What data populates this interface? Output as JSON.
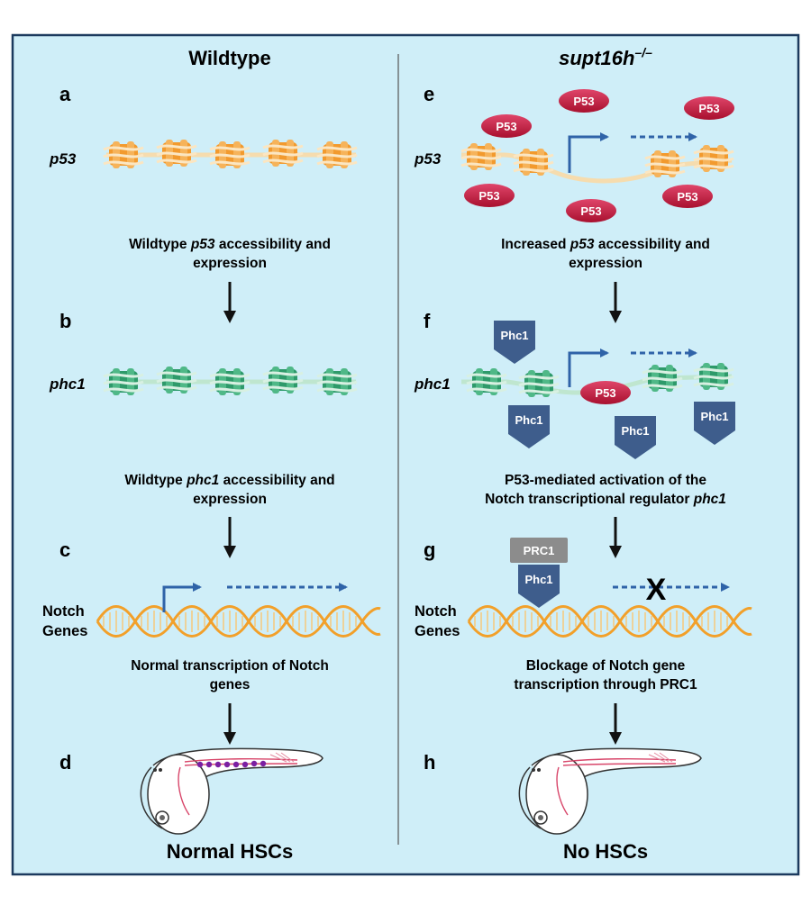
{
  "left": {
    "title": "Wildtype",
    "labels": [
      "a",
      "b",
      "c",
      "d"
    ],
    "gene_p53": "p53",
    "gene_phc1": "phc1",
    "notch_label_1": "Notch",
    "notch_label_2": "Genes",
    "caption_a_pre": "Wildtype ",
    "caption_a_gene": "p53",
    "caption_a_post": " accessibility and",
    "caption_a_line2": "expression",
    "caption_b_pre": "Wildtype ",
    "caption_b_gene": "phc1",
    "caption_b_post": " accessibility and",
    "caption_b_line2": "expression",
    "caption_c_line1": "Normal transcription of Notch",
    "caption_c_line2": "genes",
    "footer": "Normal HSCs"
  },
  "right": {
    "title": "supt16h",
    "title_sup": "–/–",
    "labels": [
      "e",
      "f",
      "g",
      "h"
    ],
    "gene_p53": "p53",
    "gene_phc1": "phc1",
    "notch_label_1": "Notch",
    "notch_label_2": "Genes",
    "caption_e_pre": "Increased ",
    "caption_e_gene": "p53",
    "caption_e_post": " accessibility and",
    "caption_e_line2": "expression",
    "caption_f_line1": "P53-mediated activation of the",
    "caption_f_line2_pre": "Notch transcriptional regulator ",
    "caption_f_line2_gene": "phc1",
    "caption_g_line1": "Blockage of Notch gene",
    "caption_g_line2": "transcription through PRC1",
    "footer": "No HSCs"
  },
  "proteins": {
    "p53": "P53",
    "phc1": "Phc1",
    "prc1": "PRC1",
    "block_mark": "X"
  },
  "colors": {
    "background": "#cfeef8",
    "border": "#1c3a5e",
    "p53_oval": "#c2183a",
    "phc1_pentagon": "#3e5d8c",
    "prc1_box": "#8c8c8c",
    "nucleosome_orange": "#f29a2e",
    "nucleosome_green": "#2e9a6a",
    "arrow_blue": "#2f63a8",
    "dna_orange": "#f2a02a",
    "hsc_purple": "#7a1fa2"
  }
}
